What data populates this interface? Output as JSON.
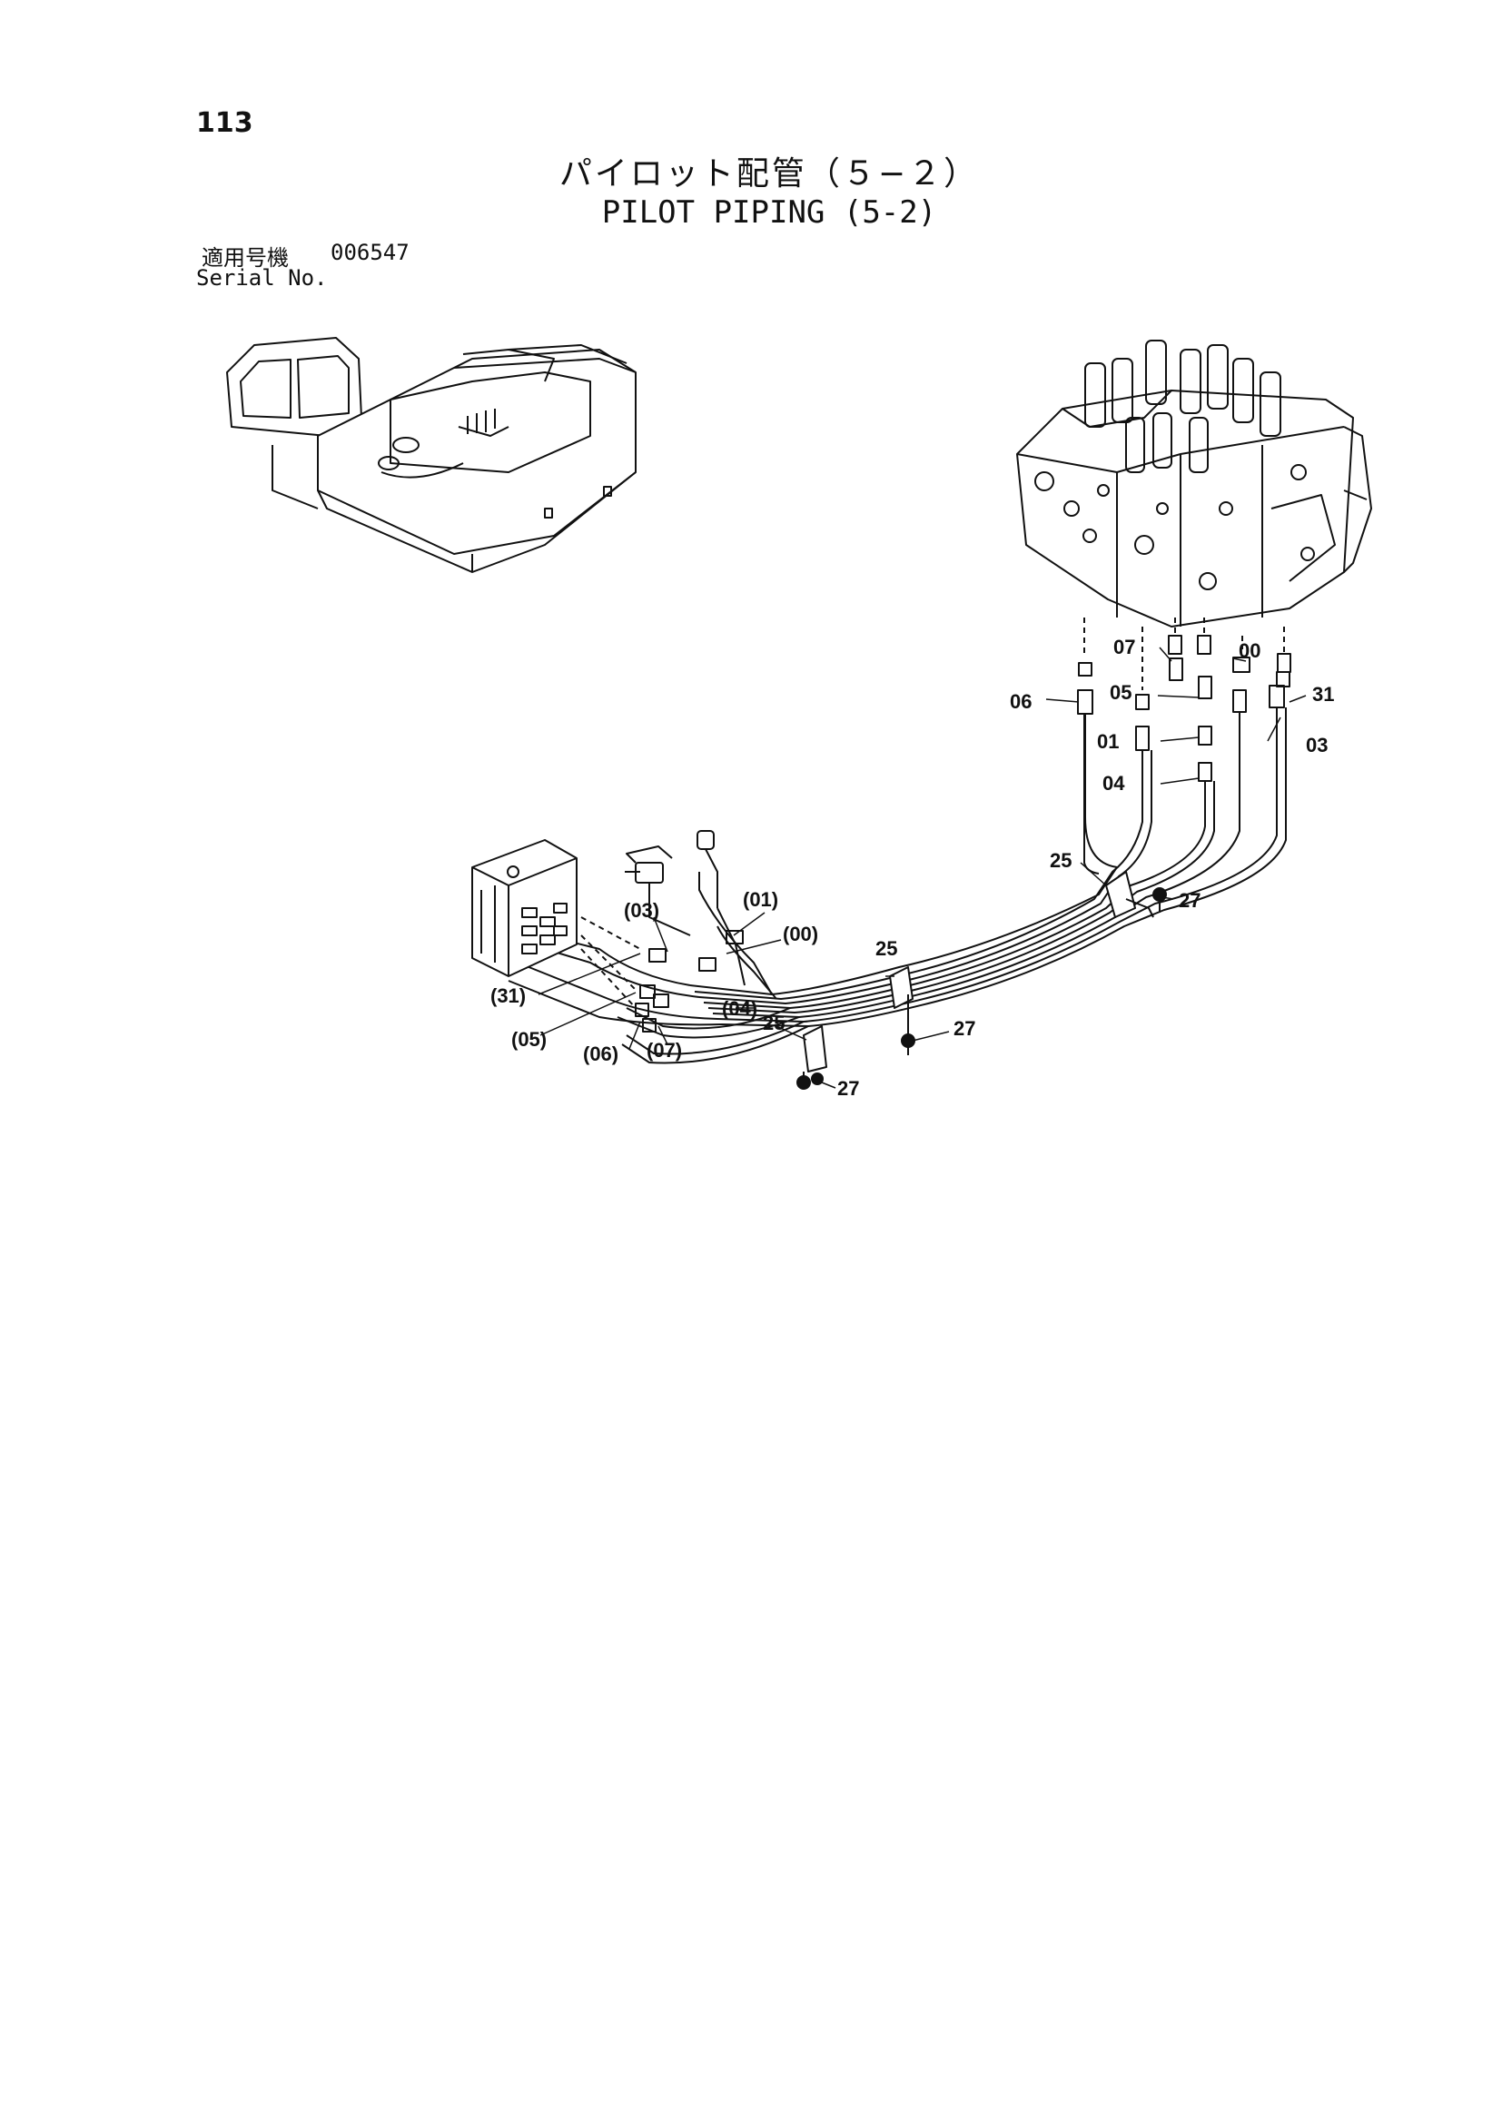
{
  "page": {
    "number": "113"
  },
  "title": {
    "japanese": "パイロット配管（５−２）",
    "english": "PILOT PIPING (5-2)"
  },
  "serial": {
    "label_jp": "適用号機",
    "value": "006547",
    "label_en": "Serial No."
  },
  "callouts": {
    "c07": "07",
    "c00": "00",
    "c05": "05",
    "c06": "06",
    "c31": "31",
    "c01": "01",
    "c03": "03",
    "c04": "04",
    "c25a": "25",
    "c27a": "27",
    "p01": "(01)",
    "p03": "(03)",
    "p00": "(00)",
    "c25b": "25",
    "p31": "(31)",
    "p04": "(04)",
    "c25c": "25",
    "c27b": "27",
    "p05": "(05)",
    "p06": "(06)",
    "p07": "(07)",
    "c27c": "27"
  },
  "colors": {
    "ink": "#111111",
    "background": "#ffffff"
  }
}
